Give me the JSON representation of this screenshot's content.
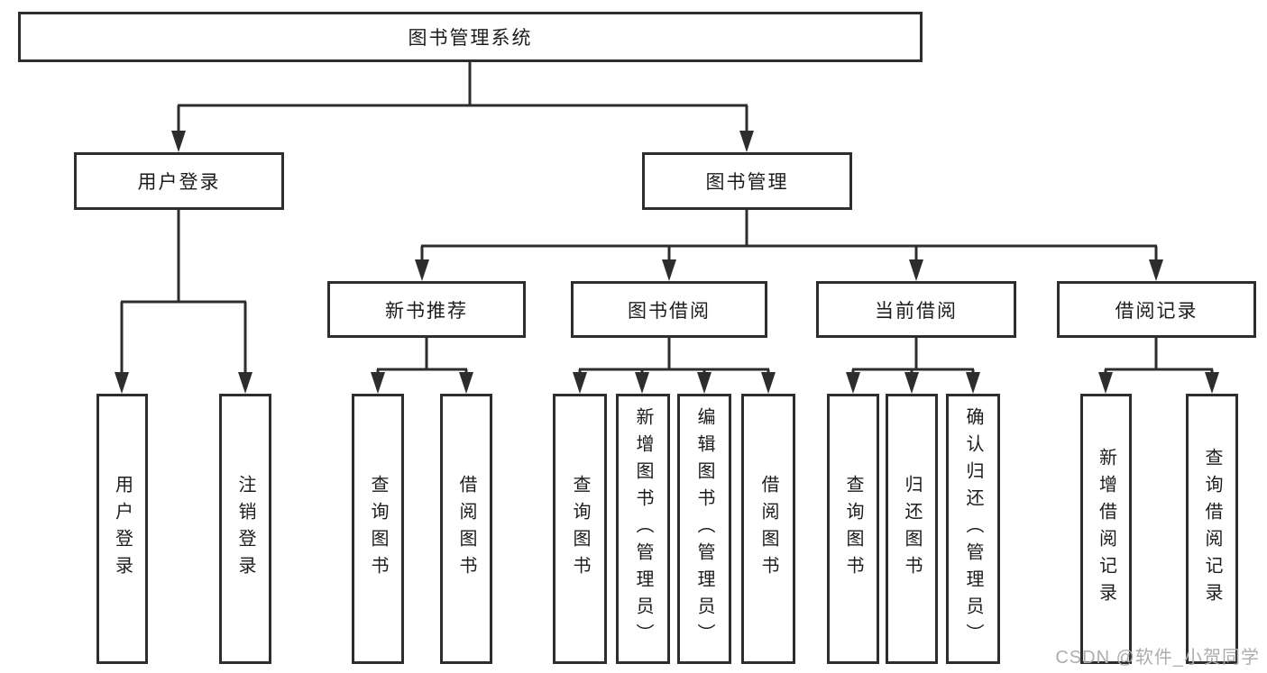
{
  "colors": {
    "line": "#2d2d2d",
    "box_border": "#2d2d2d",
    "text": "#1c1c1c",
    "watermark_text": "#adadad",
    "background": "#ffffff"
  },
  "watermark": "CSDN @软件_小贺同学",
  "tree": {
    "root": "图书管理系统",
    "branches": [
      {
        "label": "用户登录",
        "children": [
          {
            "label": "用户登录"
          },
          {
            "label": "注销登录"
          }
        ]
      },
      {
        "label": "图书管理",
        "children": [
          {
            "label": "新书推荐",
            "children": [
              {
                "label": "查询图书"
              },
              {
                "label": "借阅图书"
              }
            ]
          },
          {
            "label": "图书借阅",
            "children": [
              {
                "label": "查询图书"
              },
              {
                "label": "新增图书（管理员）"
              },
              {
                "label": "编辑图书（管理员）"
              },
              {
                "label": "借阅图书"
              }
            ]
          },
          {
            "label": "当前借阅",
            "children": [
              {
                "label": "查询图书"
              },
              {
                "label": "归还图书"
              },
              {
                "label": "确认归还（管理员）"
              }
            ]
          },
          {
            "label": "借阅记录",
            "children": [
              {
                "label": "新增借阅记录"
              },
              {
                "label": "查询借阅记录"
              }
            ]
          }
        ]
      }
    ]
  }
}
